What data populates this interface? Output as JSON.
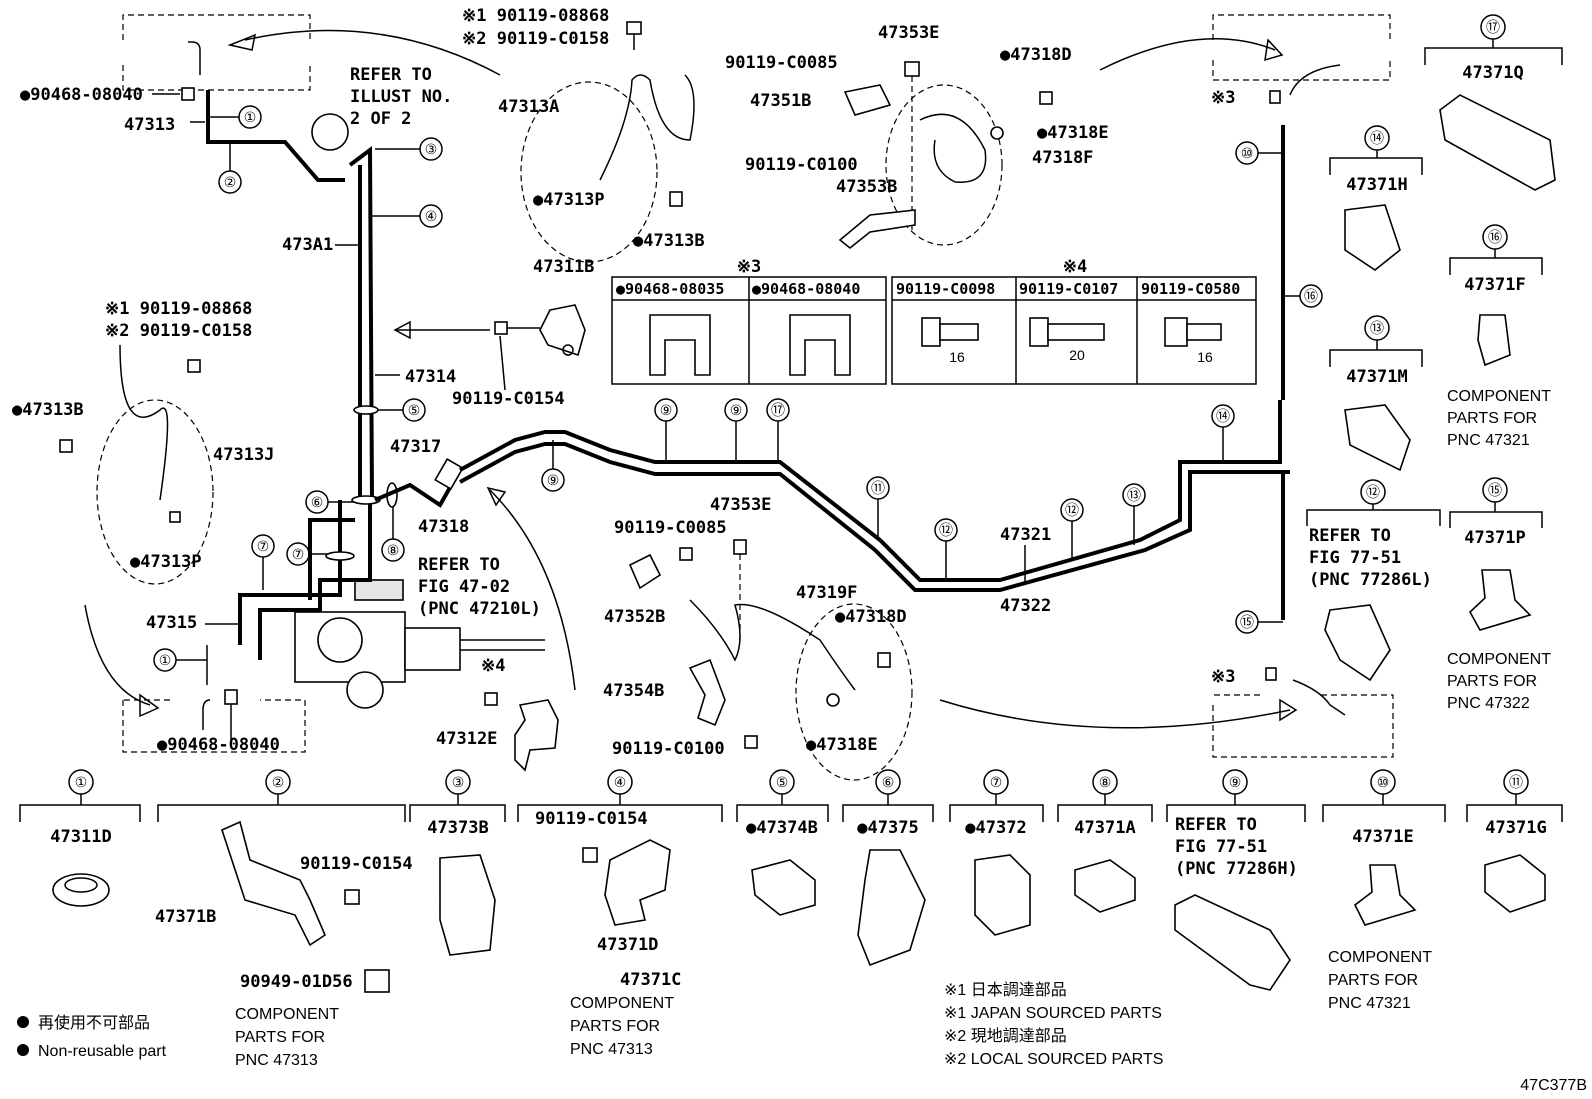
{
  "diagram_id": "47C377B",
  "legend": {
    "nonreusable_jp": "再使用不可部品",
    "nonreusable_en": "Non-reusable part",
    "note1_jp": "※1 日本調達部品",
    "note1_en": "※1 JAPAN SOURCED PARTS",
    "note2_jp": "※2 現地調達部品",
    "note2_en": "※2 LOCAL SOURCED PARTS"
  },
  "callouts": {
    "c1_top": "①",
    "c2": "②",
    "c3": "③",
    "c4": "④",
    "c5": "⑤",
    "c6": "⑥",
    "c7": "⑦",
    "c8": "⑧",
    "c9a": "⑨",
    "c9b": "⑨",
    "c9c": "⑨",
    "c17": "⑰",
    "c11": "⑪",
    "c12a": "⑫",
    "c12b": "⑫",
    "c13": "⑬",
    "c14": "⑭",
    "c10": "⑩",
    "c16": "⑯",
    "c15": "⑮",
    "c1_bot": "①",
    "c7b": "⑦"
  },
  "labels": {
    "p90468_08040_top": "●90468-08040",
    "p47313": "47313",
    "p473A1": "473A1",
    "refer_illust": [
      "REFER TO",
      "ILLUST NO.",
      "2 OF 2"
    ],
    "p47313A": "47313A",
    "n1_08868_top": "※1 90119-08868",
    "n2_c0158_top": "※2 90119-C0158",
    "p47313P_top": "●47313P",
    "p47313B_top": "●47313B",
    "p47353E_top": "47353E",
    "p90119_C0085_top": "90119-C0085",
    "p47351B": "47351B",
    "p90119_C0100_top": "90119-C0100",
    "p47353B": "47353B",
    "p47318D_top": "●47318D",
    "p47318E_top": "●47318E",
    "p47318F": "47318F",
    "p47311B": "47311B",
    "p90119_C0154_mid": "90119-C0154",
    "p47314": "47314",
    "n1_08868_left": "※1 90119-08868",
    "n2_c0158_left": "※2 90119-C0158",
    "p47313B_left": "●47313B",
    "p47313J": "47313J",
    "p47313P_left": "●47313P",
    "p47317": "47317",
    "p47318": "47318",
    "refer_fig_47": [
      "REFER TO",
      "FIG 47-02",
      "(PNC 47210L)"
    ],
    "p47315": "47315",
    "p90468_08040_bot": "●90468-08040",
    "p47312E": "47312E",
    "note4": "※4",
    "p47353E_mid": "47353E",
    "p90119_C0085_mid": "90119-C0085",
    "p47352B": "47352B",
    "p47319F": "47319F",
    "p47318D_mid": "●47318D",
    "p47354B": "47354B",
    "p90119_C0100_mid": "90119-C0100",
    "p47318E_mid": "●47318E",
    "p47321": "47321",
    "p47322": "47322",
    "note3_top": "※3",
    "note3_bot": "※3"
  },
  "table_left": {
    "header": "※3",
    "cols": [
      "●90468-08035",
      "●90468-08040"
    ]
  },
  "table_right": {
    "header": "※4",
    "cols": [
      "90119-C0098",
      "90119-C0107",
      "90119-C0580"
    ],
    "dims": [
      "16",
      "20",
      "16"
    ]
  },
  "right_column": [
    {
      "num": "⑰",
      "pnc": "47371Q"
    },
    {
      "num": "⑭",
      "pnc": "47371H"
    },
    {
      "num": "⑯",
      "pnc": "47371F",
      "note": [
        "COMPONENT",
        "PARTS FOR",
        "PNC 47321"
      ]
    },
    {
      "num": "⑬",
      "pnc": "47371M"
    },
    {
      "num": "⑫",
      "pnc": "",
      "note": [
        "REFER TO",
        "FIG 77-51",
        "(PNC 77286L)"
      ]
    },
    {
      "num": "⑮",
      "pnc": "47371P",
      "note": [
        "COMPONENT",
        "PARTS FOR",
        "PNC 47322"
      ]
    }
  ],
  "bottom_row": [
    {
      "num": "①",
      "pnc": "47311D"
    },
    {
      "num": "②",
      "pnc": "47371B",
      "extra": [
        "90119-C0154",
        "90949-01D56"
      ],
      "note": [
        "COMPONENT",
        "PARTS FOR",
        "PNC 47313"
      ]
    },
    {
      "num": "③",
      "pnc": "47373B"
    },
    {
      "num": "④",
      "pnc": "47371D",
      "pnc2": "47371C",
      "extra": [
        "90119-C0154"
      ],
      "note": [
        "COMPONENT",
        "PARTS FOR",
        "PNC 47313"
      ]
    },
    {
      "num": "⑤",
      "pnc": "●47374B"
    },
    {
      "num": "⑥",
      "pnc": "●47375"
    },
    {
      "num": "⑦",
      "pnc": "●47372"
    },
    {
      "num": "⑧",
      "pnc": "47371A"
    },
    {
      "num": "⑨",
      "pnc": "",
      "note": [
        "REFER TO",
        "FIG 77-51",
        "(PNC 77286H)"
      ]
    },
    {
      "num": "⑩",
      "pnc": "47371E",
      "note": [
        "COMPONENT",
        "PARTS FOR",
        "PNC 47321"
      ]
    },
    {
      "num": "⑪",
      "pnc": "47371G"
    }
  ]
}
